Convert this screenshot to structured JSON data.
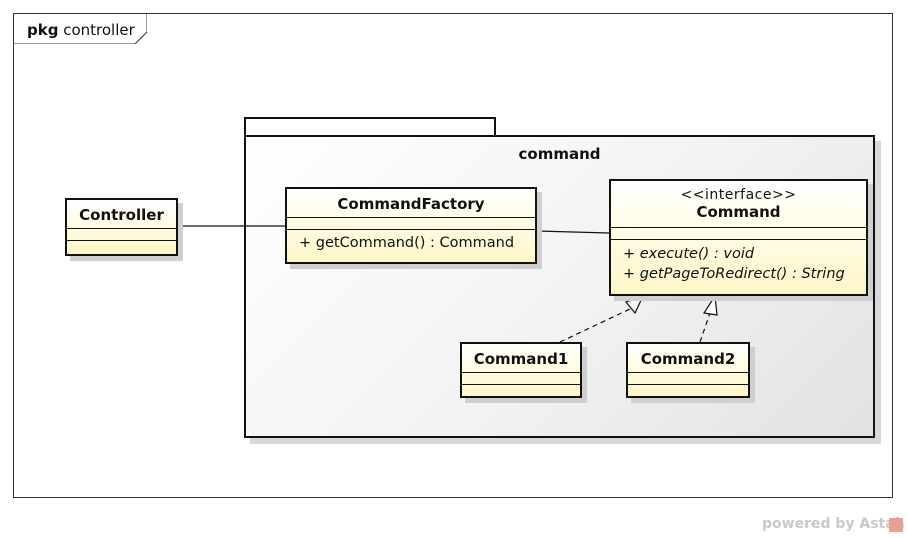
{
  "frame": {
    "keyword": "pkg",
    "name": "controller"
  },
  "package": {
    "name": "command"
  },
  "classes": {
    "controller": {
      "name": "Controller"
    },
    "command_factory": {
      "name": "CommandFactory",
      "operations": [
        "+ getCommand() : Command"
      ]
    },
    "command": {
      "stereotype": "<<interface>>",
      "name": "Command",
      "operations": [
        "+ execute() : void",
        "+ getPageToRedirect() : String"
      ]
    },
    "command1": {
      "name": "Command1"
    },
    "command2": {
      "name": "Command2"
    }
  },
  "footer": {
    "text": "powered by Astah"
  }
}
